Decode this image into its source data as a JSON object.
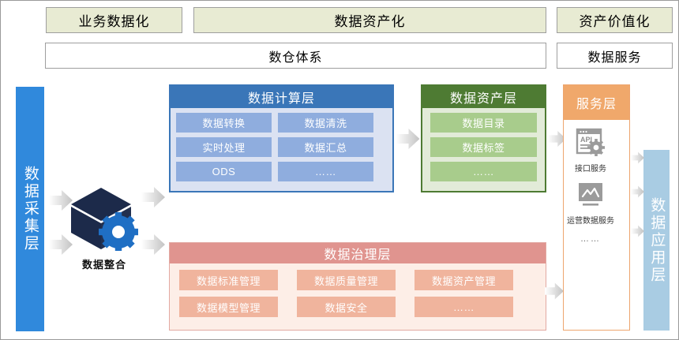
{
  "top_band": {
    "phases": [
      {
        "label": "业务数据化"
      },
      {
        "label": "数据资产化"
      },
      {
        "label": "资产价值化"
      }
    ],
    "systems": [
      {
        "label": "数仓体系"
      },
      {
        "label": "数据服务"
      }
    ]
  },
  "side_bars": {
    "left": {
      "label": "数据采集层",
      "color": "#3089dc"
    },
    "right": {
      "label": "数据应用层",
      "color": "#a9cce3"
    }
  },
  "integration": {
    "caption": "数据整合",
    "cube_icon": "cube-icon",
    "gear_icon": "gear-icon",
    "cube_color": "#1c2a4a",
    "gear_color": "#1f6fc4"
  },
  "layers": [
    {
      "id": "compute",
      "title": "数据计算层",
      "header_color": "#3a76b8",
      "panel_color": "#dbe2f2",
      "cell_color": "#8fadde",
      "items": [
        "数据转换",
        "数据清洗",
        "实时处理",
        "数据汇总",
        "ODS",
        "……"
      ]
    },
    {
      "id": "asset",
      "title": "数据资产层",
      "header_color": "#4e7b33",
      "panel_color": "#e2ebd8",
      "cell_color": "#a8cc8c",
      "items": [
        "数据目录",
        "数据标签",
        "……"
      ]
    },
    {
      "id": "governance",
      "title": "数据治理层",
      "header_color": "#e0948f",
      "panel_color": "#fdeee7",
      "cell_color": "#f0b49d",
      "items": [
        "数据标准管理",
        "数据质量管理",
        "数据资产管理",
        "数据模型管理",
        "数据安全",
        "……"
      ]
    }
  ],
  "service_layer": {
    "title": "服务层",
    "header_color": "#f0a86b",
    "border_color": "#eda56e",
    "items": [
      {
        "icon": "api-icon",
        "label": "接口服务"
      },
      {
        "icon": "chart-monitor-icon",
        "label": "运营数据服务"
      }
    ],
    "more": "……"
  },
  "arrow_color": "#c9c9c9"
}
